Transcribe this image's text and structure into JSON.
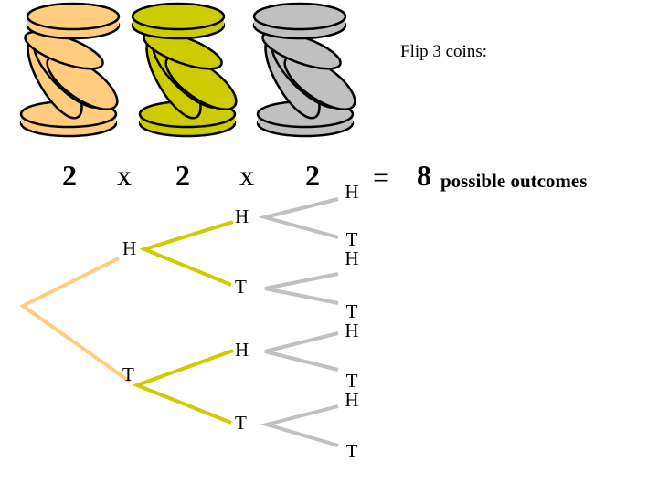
{
  "title": "Flip 3 coins:",
  "equation": {
    "factor1": "2",
    "op1": "x",
    "factor2": "2",
    "op2": "x",
    "factor3": "2",
    "equals": "=",
    "result": "8",
    "result_label": "possible outcomes"
  },
  "coins": [
    {
      "name": "coin-1",
      "color": "#FFCC80"
    },
    {
      "name": "coin-2",
      "color": "#CCCC00"
    },
    {
      "name": "coin-3",
      "color": "#C0C0C0"
    }
  ],
  "tree": {
    "level1": [
      "H",
      "T"
    ],
    "level2": [
      "H",
      "T",
      "H",
      "T"
    ],
    "level3": [
      "H",
      "T\nH",
      "T\nH",
      "T\nH",
      "T"
    ],
    "colors": {
      "level1": "#FFCC80",
      "level2": "#CCCC00",
      "level3": "#C0C0C0"
    }
  }
}
